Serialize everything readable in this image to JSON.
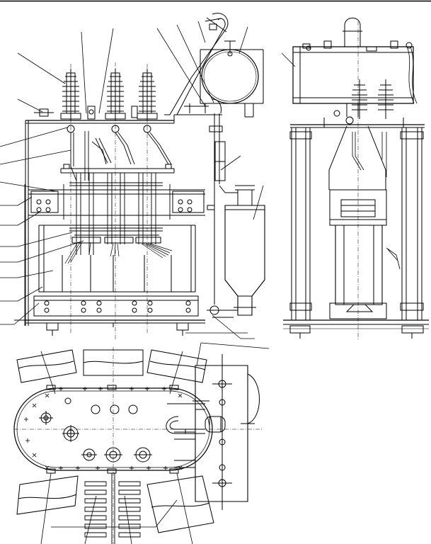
{
  "figure": {
    "description_visible_text": [],
    "views": [
      "front-elevation",
      "side-elevation",
      "plan-view"
    ],
    "colors": {
      "ink": "#000000",
      "paper": "#ffffff"
    }
  }
}
